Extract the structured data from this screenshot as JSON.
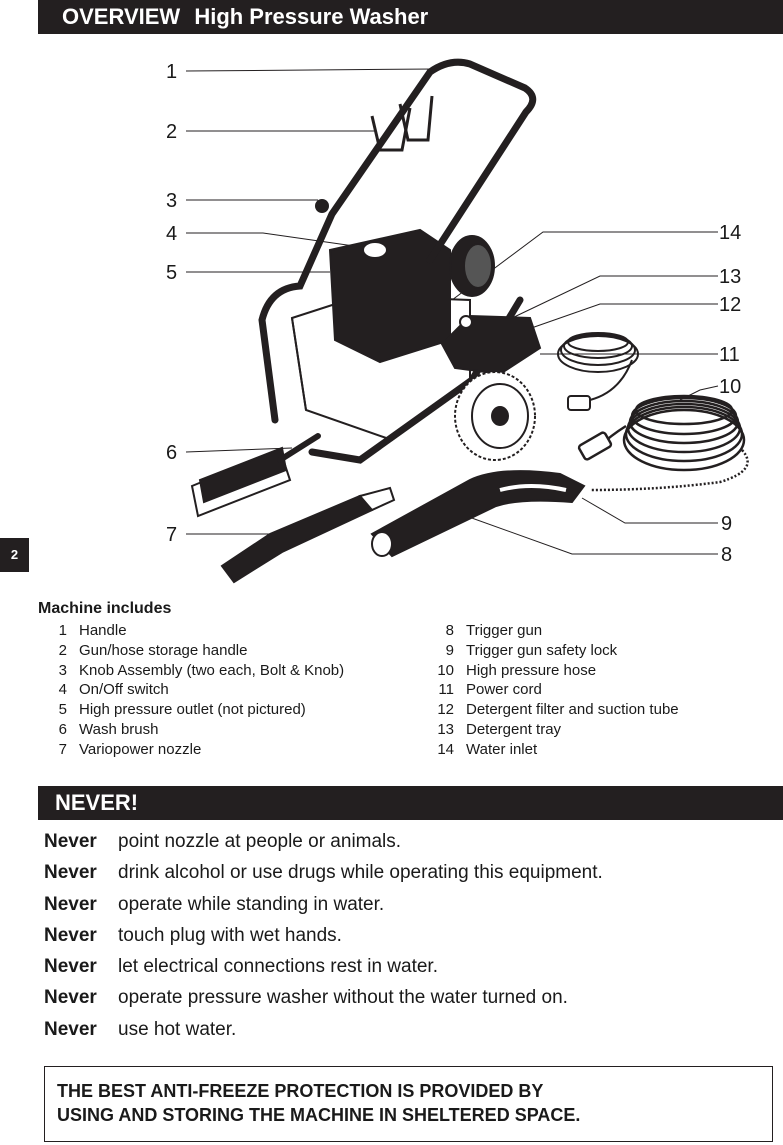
{
  "header": {
    "title": "OVERVIEW",
    "subtitle": "High Pressure Washer"
  },
  "page_number": "2",
  "callouts": [
    "1",
    "2",
    "3",
    "4",
    "5",
    "6",
    "7",
    "8",
    "9",
    "10",
    "11",
    "12",
    "13",
    "14"
  ],
  "includes": {
    "title": "Machine includes",
    "left": [
      {
        "num": "1",
        "label": "Handle"
      },
      {
        "num": "2",
        "label": "Gun/hose storage handle"
      },
      {
        "num": "3",
        "label": "Knob Assembly (two each, Bolt & Knob)"
      },
      {
        "num": "4",
        "label": "On/Off switch"
      },
      {
        "num": "5",
        "label": "High pressure outlet (not pictured)"
      },
      {
        "num": "6",
        "label": "Wash brush"
      },
      {
        "num": "7",
        "label": "Variopower nozzle"
      }
    ],
    "right": [
      {
        "num": "8",
        "label": "Trigger gun"
      },
      {
        "num": "9",
        "label": "Trigger gun safety lock"
      },
      {
        "num": "10",
        "label": "High pressure hose"
      },
      {
        "num": "11",
        "label": "Power cord"
      },
      {
        "num": "12",
        "label": "Detergent filter and suction tube"
      },
      {
        "num": "13",
        "label": "Detergent tray"
      },
      {
        "num": "14",
        "label": "Water inlet"
      }
    ]
  },
  "never": {
    "title": "NEVER!",
    "keyword": "Never",
    "items": [
      "point nozzle at people or animals.",
      "drink alcohol or use drugs while operating this equipment.",
      "operate while standing in water.",
      "touch plug with wet hands.",
      "let electrical connections rest in water.",
      "operate pressure washer without the water turned on.",
      "use hot water."
    ]
  },
  "warning": {
    "line1": "THE BEST ANTI-FREEZE PROTECTION IS PROVIDED BY",
    "line2": "USING AND STORING THE MACHINE IN SHELTERED SPACE."
  }
}
